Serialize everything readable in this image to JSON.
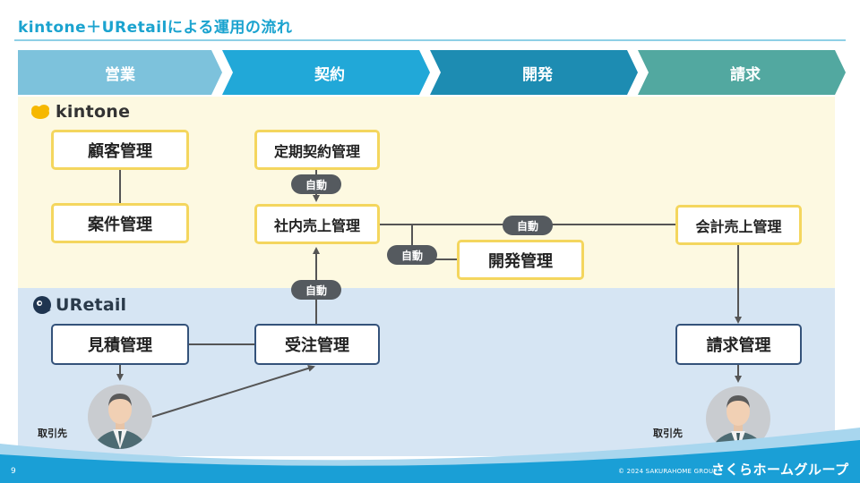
{
  "title": "kintone＋URetailによる運用の流れ",
  "phases": [
    "営業",
    "契約",
    "開発",
    "請求"
  ],
  "colors": {
    "phase_sales": "#7dc2dc",
    "phase_contract": "#21a8d8",
    "phase_dev": "#1d8cb2",
    "phase_billing": "#52a8a0",
    "kintone_band": "#fdf9e1",
    "uretail_band": "#d6e5f3",
    "kintone_border": "#f4d65e",
    "uretail_border": "#34527a",
    "auto_pill": "#555a5f"
  },
  "logos": {
    "kintone": "kintone",
    "uretail": "URetail"
  },
  "boxes": {
    "customer_mgmt": "顧客管理",
    "project_mgmt": "案件管理",
    "contract_mgmt": "定期契約管理",
    "internal_sales_mgmt": "社内売上管理",
    "dev_mgmt": "開発管理",
    "accounting_sales_mgmt": "会計売上管理",
    "estimate_mgmt": "見積管理",
    "order_mgmt": "受注管理",
    "billing_mgmt": "請求管理"
  },
  "auto_label": "自動",
  "partner_label": "取引先",
  "footer": {
    "page_number": "9",
    "copyright": "© 2024 SAKURAHOME GROUP",
    "brand": "さくらホームグループ"
  }
}
